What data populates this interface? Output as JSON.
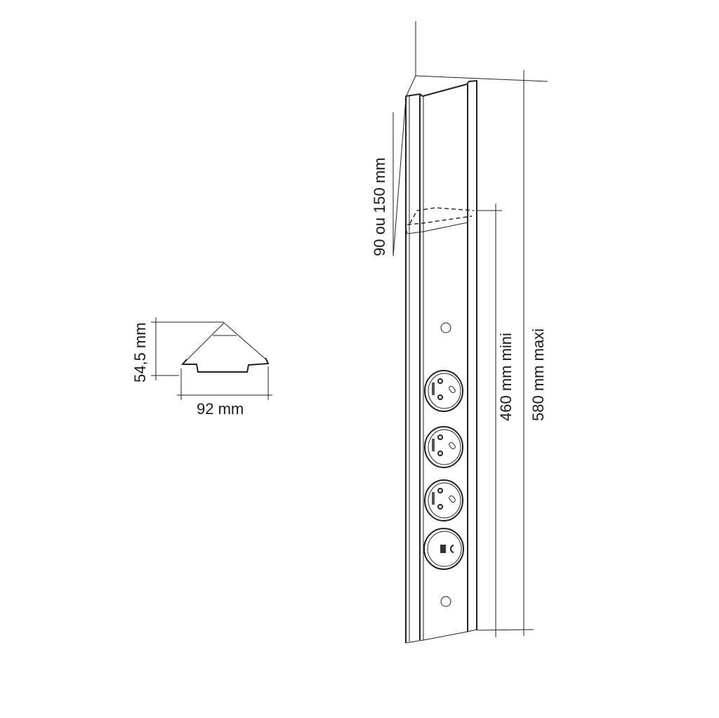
{
  "title": "Corner socket column technical drawing",
  "cross_section": {
    "height_label": "54,5 mm",
    "width_label": "92 mm"
  },
  "column": {
    "shelf_height_label": "90 ou 150 mm",
    "min_length_label": "460 mm mini",
    "max_length_label": "580 mm maxi",
    "socket_count": 3,
    "usb_module_count": 1
  }
}
